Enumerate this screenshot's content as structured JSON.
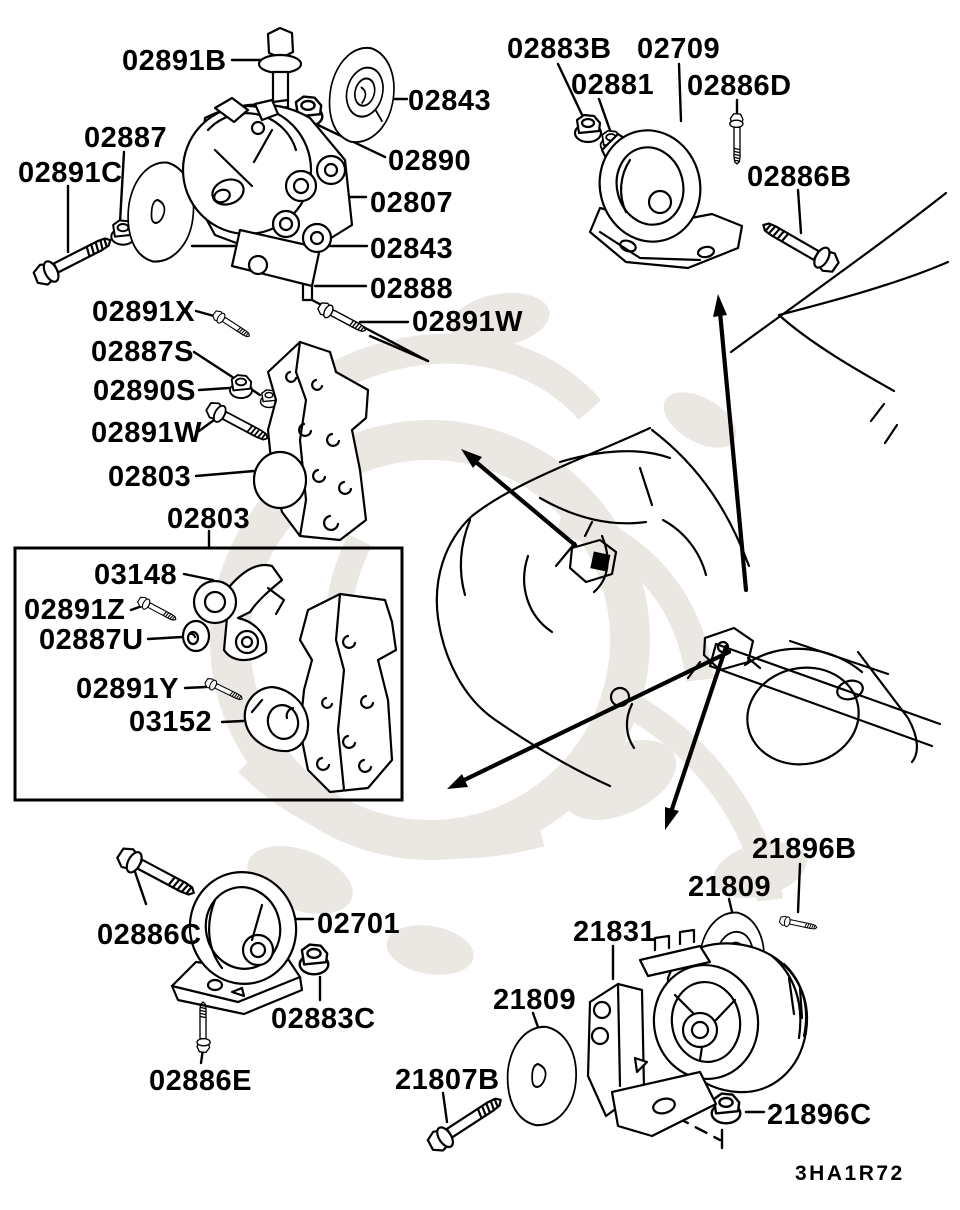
{
  "diagram": {
    "code": "3HA1R72",
    "colors": {
      "ink": "#000000",
      "paper": "#ffffff",
      "watermark": "#ebe8e4"
    }
  },
  "part_labels": {
    "p02891b": "02891B",
    "p02843_top": "02843",
    "p02890": "02890",
    "p02887": "02887",
    "p02891c": "02891C",
    "p02807": "02807",
    "p02843_mid": "02843",
    "p02888": "02888",
    "p02891x": "02891X",
    "p02887s": "02887S",
    "p02890s": "02890S",
    "p02891w_left": "02891W",
    "p02891w_right": "02891W",
    "p02803": "02803",
    "p02803_box": "02803",
    "p03148": "03148",
    "p02891z": "02891Z",
    "p02887u": "02887U",
    "p02891y": "02891Y",
    "p03152": "03152",
    "p02883b": "02883B",
    "p02881": "02881",
    "p02709": "02709",
    "p02886d": "02886D",
    "p02886b": "02886B",
    "p02886c": "02886C",
    "p02701": "02701",
    "p02883c": "02883C",
    "p02886e": "02886E",
    "p21807b": "21807B",
    "p21896b": "21896B",
    "p21809_right": "21809",
    "p21831": "21831",
    "p21809_left": "21809",
    "p21896c": "21896C"
  }
}
